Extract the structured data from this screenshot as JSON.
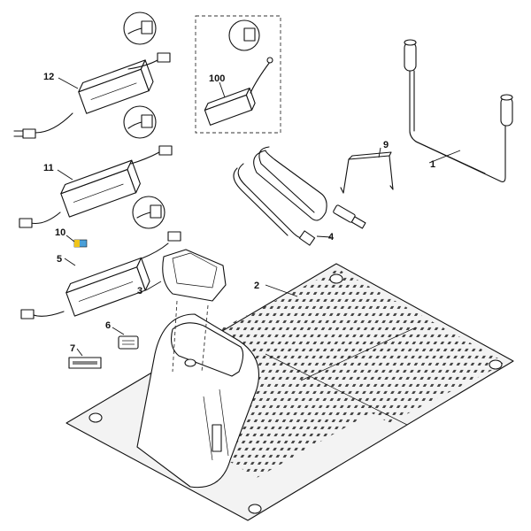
{
  "callouts": [
    {
      "id": "1",
      "text": "1"
    },
    {
      "id": "2",
      "text": "2"
    },
    {
      "id": "3",
      "text": "3"
    },
    {
      "id": "4",
      "text": "4"
    },
    {
      "id": "5",
      "text": "5"
    },
    {
      "id": "6",
      "text": "6"
    },
    {
      "id": "7",
      "text": "7"
    },
    {
      "id": "9",
      "text": "9"
    },
    {
      "id": "10",
      "text": "10"
    },
    {
      "id": "11",
      "text": "11"
    },
    {
      "id": "12",
      "text": "12"
    },
    {
      "id": "100",
      "text": "100"
    }
  ]
}
